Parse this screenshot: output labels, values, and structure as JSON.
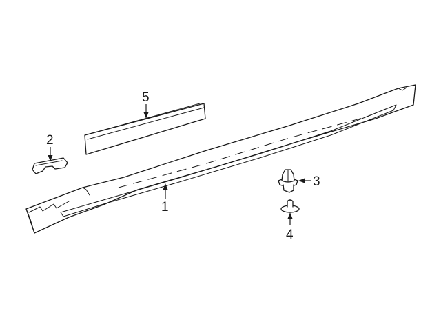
{
  "callouts": {
    "rocker_molding": "1",
    "bracket": "2",
    "clip": "3",
    "retainer": "4",
    "tape": "5"
  },
  "colors": {
    "line": "#1a1a1a",
    "background": "#ffffff"
  }
}
